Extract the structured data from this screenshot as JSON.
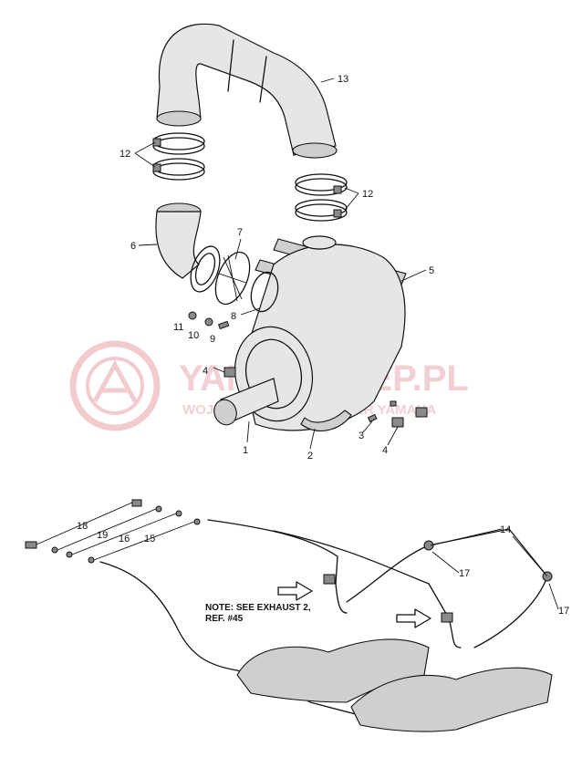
{
  "watermark": {
    "line1": "YAMA-SKLEP.PL",
    "line2": "WOJNIECH TOWICZ DEALER YAMAHA",
    "color": "#e58f96"
  },
  "note": {
    "line1": "NOTE: SEE EXHAUST 2,",
    "line2": "REF. #45"
  },
  "callouts": [
    {
      "id": "c13",
      "label": "13"
    },
    {
      "id": "c12a",
      "label": "12"
    },
    {
      "id": "c12b",
      "label": "12"
    },
    {
      "id": "c6",
      "label": "6"
    },
    {
      "id": "c7",
      "label": "7"
    },
    {
      "id": "c5",
      "label": "5"
    },
    {
      "id": "c8",
      "label": "8"
    },
    {
      "id": "c11",
      "label": "11"
    },
    {
      "id": "c10",
      "label": "10"
    },
    {
      "id": "c9",
      "label": "9"
    },
    {
      "id": "c4a",
      "label": "4"
    },
    {
      "id": "c1",
      "label": "1"
    },
    {
      "id": "c2",
      "label": "2"
    },
    {
      "id": "c3",
      "label": "3"
    },
    {
      "id": "c4b",
      "label": "4"
    },
    {
      "id": "c18",
      "label": "18"
    },
    {
      "id": "c19",
      "label": "19"
    },
    {
      "id": "c16",
      "label": "16"
    },
    {
      "id": "c15",
      "label": "15"
    },
    {
      "id": "c14",
      "label": "14"
    },
    {
      "id": "c17a",
      "label": "17"
    },
    {
      "id": "c17b",
      "label": "17"
    }
  ]
}
